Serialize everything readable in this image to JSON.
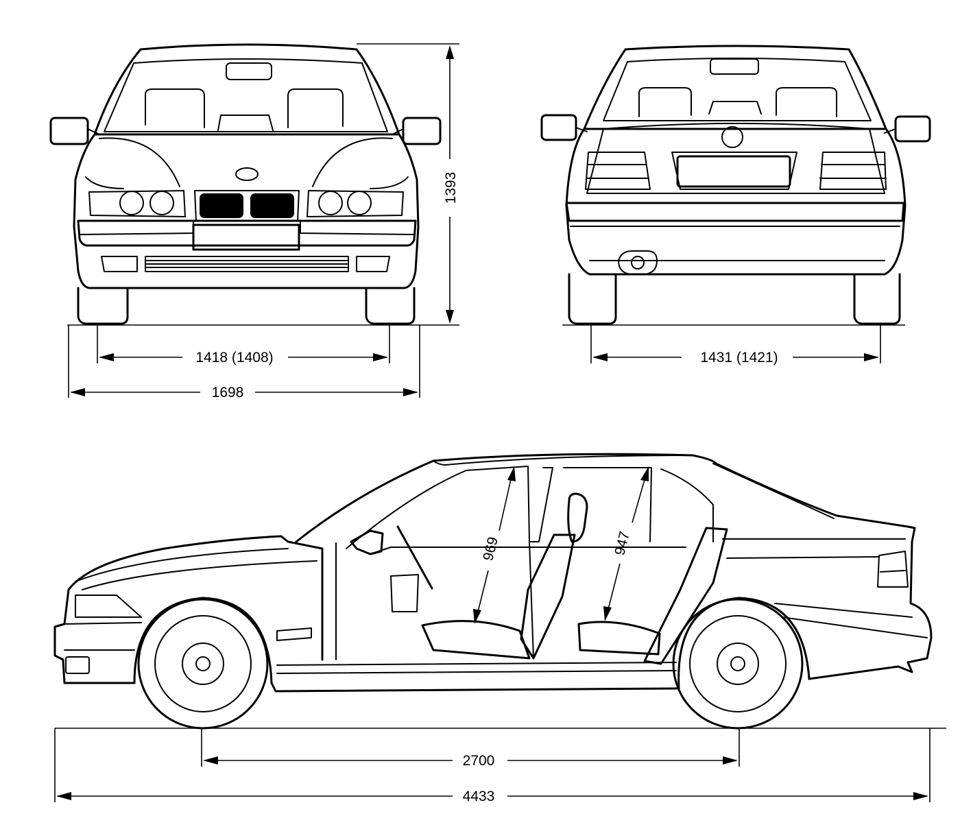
{
  "views": {
    "front": {
      "name": "front view"
    },
    "rear": {
      "name": "rear view"
    },
    "side": {
      "name": "side view"
    }
  },
  "dimensions": {
    "front_height": "1393",
    "front_track": "1418 (1408)",
    "overall_width": "1698",
    "rear_track": "1431 (1421)",
    "wheelbase": "2700",
    "overall_length": "4433",
    "front_headroom": "969",
    "rear_headroom": "947"
  }
}
